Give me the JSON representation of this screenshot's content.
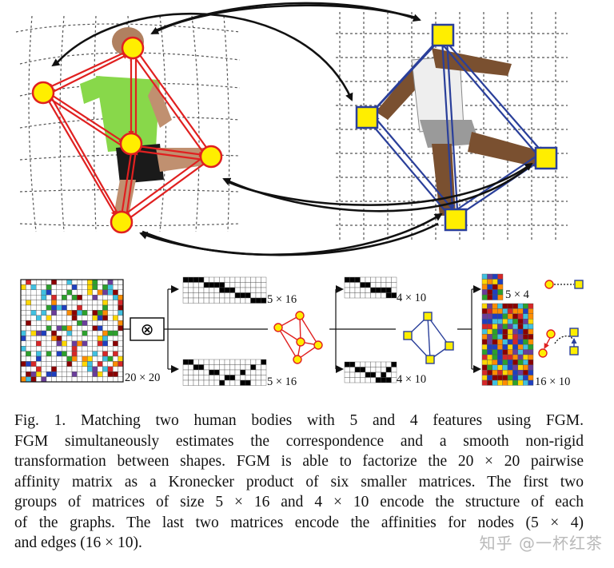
{
  "figure": {
    "labels": {
      "affinity_size": "20 × 20",
      "g1_matrix_a": "5 × 16",
      "g1_matrix_b": "5 × 16",
      "g2_matrix_a": "4 × 10",
      "g2_matrix_b": "4 × 10",
      "node_affinity": "5 × 4",
      "edge_affinity": "16 × 10"
    },
    "operator_symbol": "⊗",
    "colors": {
      "graph1_edges": "#e02020",
      "graph2_edges": "#2a3f9a",
      "node_fill": "#ffee00",
      "match_arrows": "#111111"
    }
  },
  "caption": {
    "lines": [
      "Fig. 1.    Matching two human bodies with 5 and 4 features using FGM.",
      "FGM simultaneously estimates the correspondence and a smooth non-rigid",
      "transformation between shapes. FGM is able to factorize the 20 × 20 pairwise",
      "affinity matrix as a Kronecker product of six smaller matrices. The first two",
      "groups of matrices of size 5 × 16 and 4 × 10 encode the structure of each",
      "of the graphs. The last two matrices encode the affinities for nodes (5 × 4)",
      "and edges (16 × 10)."
    ]
  },
  "watermark": "知乎 @一杯红茶"
}
